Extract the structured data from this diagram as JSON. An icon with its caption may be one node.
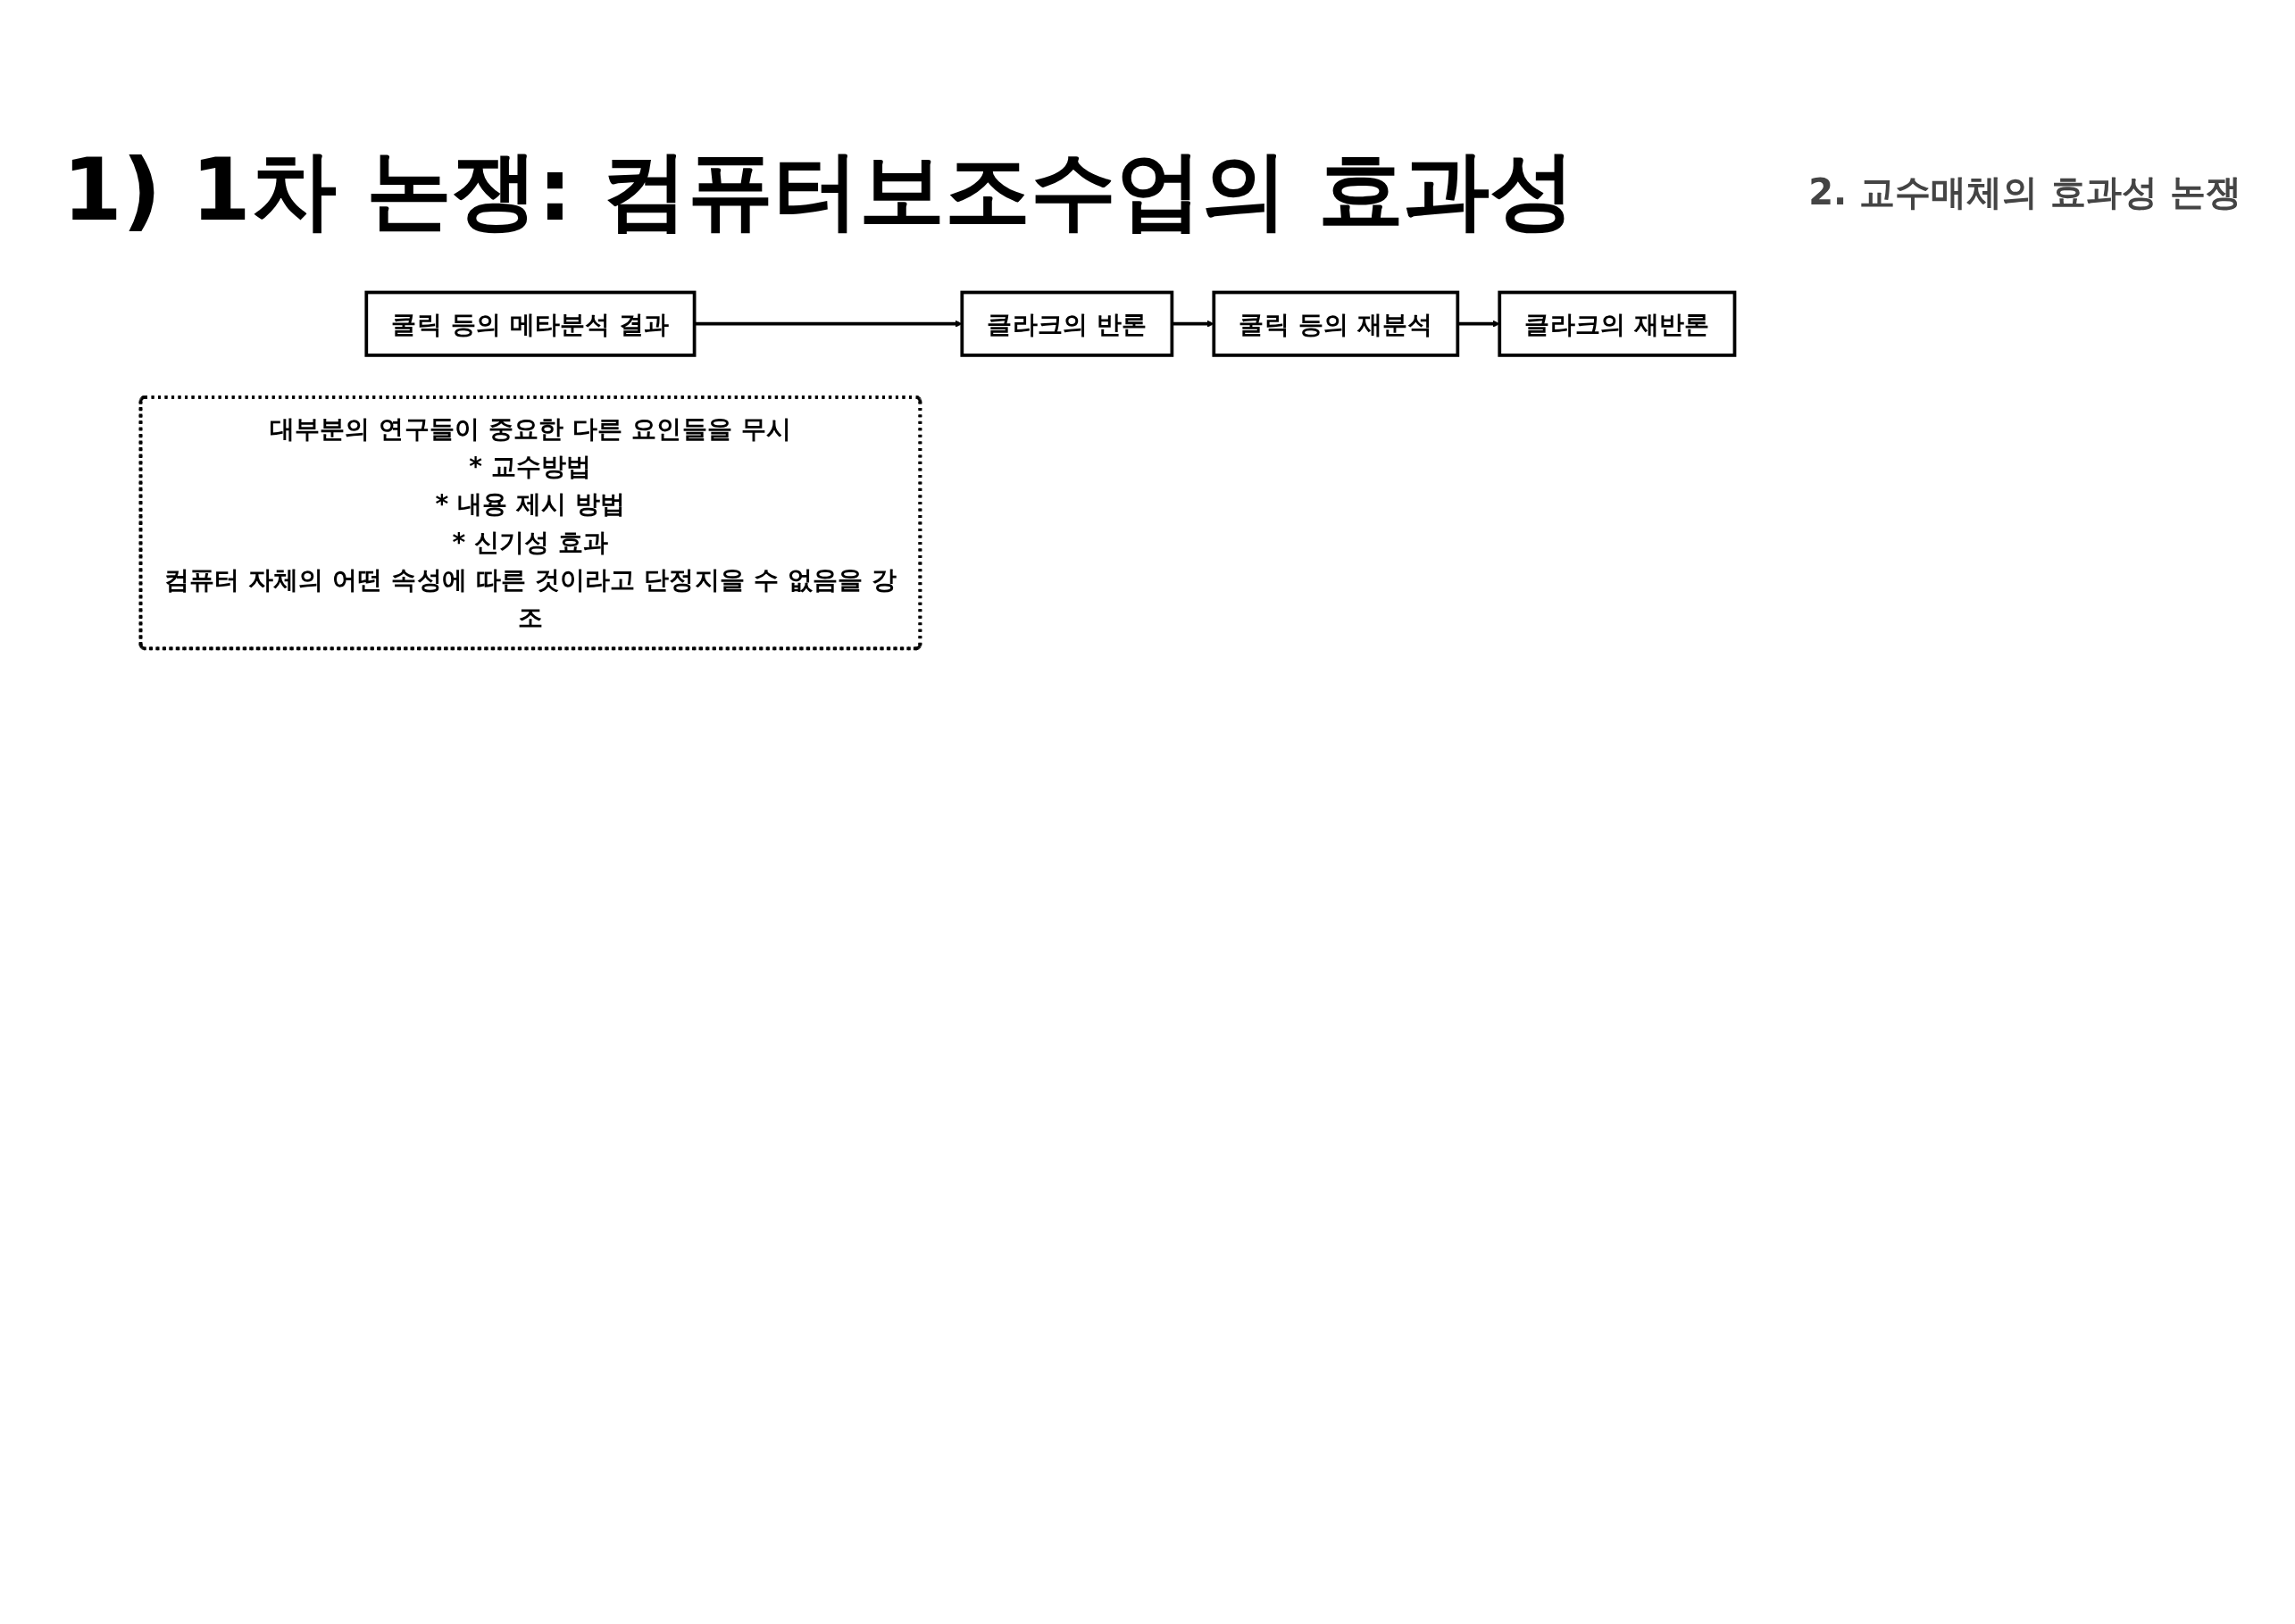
{
  "diagram": {
    "title": "1) 1차 논쟁: 컴퓨터보조수업의 효과성",
    "nodes": [
      {
        "text": [
          "쿨릭 등의 메타분석 결과"
        ]
      },
      {
        "text": [
          "클라크의 반론"
        ]
      },
      {
        "text": [
          "쿨릭 등의 재분석"
        ]
      },
      {
        "text": [
          "클라크의 재반론"
        ]
      },
      {
        "text": [
          "대부분의 연구들이 중요한 다른 요인들을 무시",
          "* 교수방법",
          "* 내용 제시 방법",
          "* 신기성 효과",
          "컴퓨터 자체의 어떤 속성에 따른 것이라고 단정지을 수 없음을 강조"
        ]
      }
    ],
    "edges": [
      {
        "from": 0,
        "to": 1,
        "arrow": "to"
      },
      {
        "from": 1,
        "to": 2,
        "arrow": "to"
      },
      {
        "from": 2,
        "to": 3,
        "arrow": "to"
      }
    ],
    "labels": [
      "2. 교수매체의 효과성 논쟁"
    ]
  }
}
